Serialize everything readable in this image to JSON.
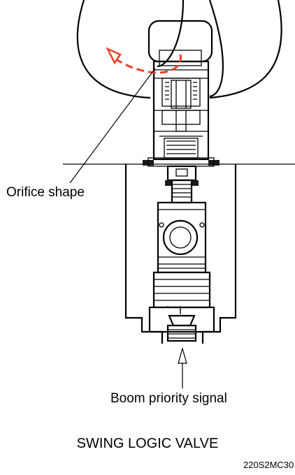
{
  "labels": {
    "orifice": "Orifice shape",
    "signal": "Boom priority signal",
    "title": "SWING LOGIC VALVE",
    "code": "220S2MC30"
  },
  "colors": {
    "line": "#000000",
    "flow_arrow": "#e8422a",
    "seal": "#1a1a1a"
  },
  "icons": {
    "flow": "curved-dashed-arrow-icon",
    "signal": "hollow-up-arrow-icon"
  }
}
